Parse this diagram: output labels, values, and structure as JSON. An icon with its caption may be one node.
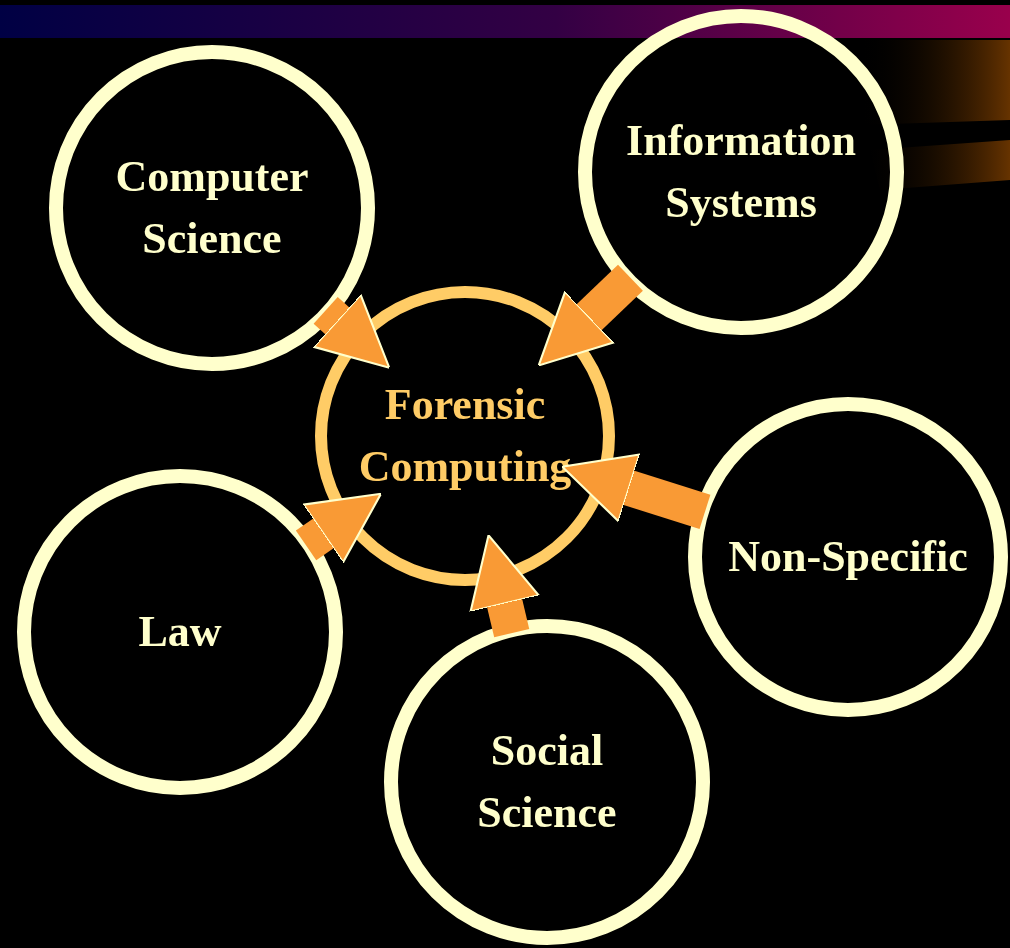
{
  "diagram": {
    "nodes": [
      {
        "text": [
          "Computer Science"
        ]
      },
      {
        "text": [
          "Information Systems"
        ]
      },
      {
        "text": [
          "Forensic Computing"
        ]
      },
      {
        "text": [
          "Non-Specific"
        ]
      },
      {
        "text": [
          "Law"
        ]
      },
      {
        "text": [
          "Social Science"
        ]
      }
    ],
    "edges": [
      {
        "from": 0,
        "to": 2,
        "arrow": "to"
      },
      {
        "from": 1,
        "to": 2,
        "arrow": "to"
      },
      {
        "from": 3,
        "to": 2,
        "arrow": "to"
      },
      {
        "from": 4,
        "to": 2,
        "arrow": "to"
      },
      {
        "from": 5,
        "to": 2,
        "arrow": "to"
      }
    ]
  }
}
